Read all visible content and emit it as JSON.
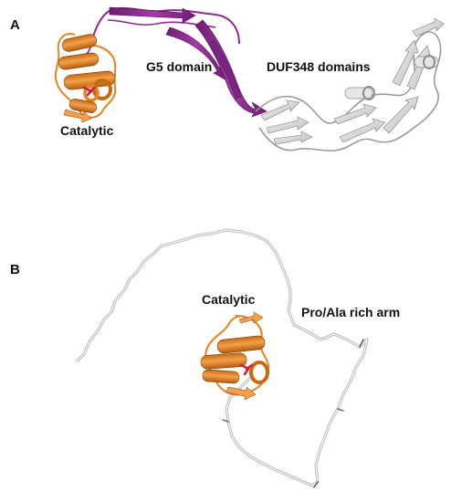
{
  "panels": {
    "a": {
      "letter": "A",
      "labels": {
        "catalytic": "Catalytic",
        "g5": "G5 domain",
        "duf348": "DUF348 domains"
      }
    },
    "b": {
      "letter": "B",
      "labels": {
        "catalytic": "Catalytic",
        "arm": "Pro/Ala rich arm"
      }
    }
  },
  "colors": {
    "catalytic_domain": "#e8821e",
    "catalytic_dark": "#9a4f0a",
    "g5_domain": "#8e2a8e",
    "duf348_domain": "#d8d8d8",
    "active_site": "#d01f3c",
    "background": "#ffffff"
  }
}
